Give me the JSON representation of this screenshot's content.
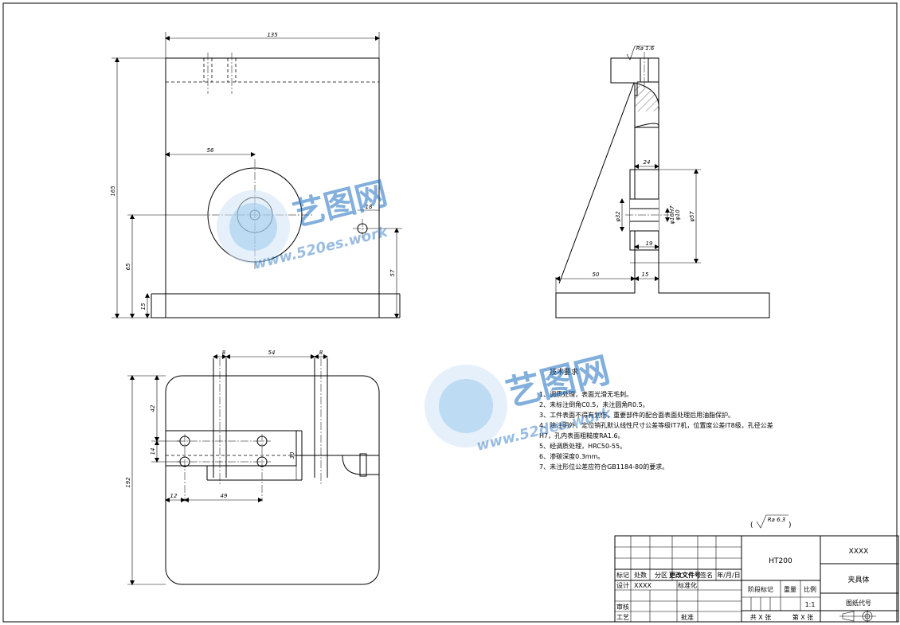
{
  "dimensions": {
    "front_width": "135",
    "front_height": "165",
    "hole_x": "56",
    "hole_d": "18",
    "hole_y": "65",
    "pin_y": "57",
    "base_h": "15",
    "side_top": "24",
    "side_d32": "φ32",
    "side_d1": "φ16H7",
    "side_d2": "φ10",
    "side_d57": "φ57",
    "side_19": "19",
    "side_50": "50",
    "side_15": "15",
    "plan_8a": "8",
    "plan_54": "54",
    "plan_8b": "8",
    "plan_42": "42",
    "plan_14": "14",
    "plan_30": "30",
    "plan_192": "192",
    "plan_12": "12",
    "plan_49": "49"
  },
  "surface_roughness": {
    "top": "Ra 1.6",
    "general": "Ra 6.3"
  },
  "tech_requirements": {
    "title": "技术要求",
    "items": [
      "1、调质处理，表面光滑无毛刺。",
      "2、未标注倒角C0.5，未注圆角R0.5。",
      "3、工件表面不得有划伤，重要部件的配合面表面处理后用油脂保护。",
      "4、除注明外，定位销孔默认线性尺寸公差等级IT7机，位置度公差IT8级，孔径公差",
      "H7，孔内表面粗糙度RA1.6。",
      "5、经调质处理，HRC50-55。",
      "6、渗碳深度0.3mm。",
      "7、未注形位公差应符合GB1184-80的要求。"
    ]
  },
  "watermark": {
    "brand": "艺图网",
    "url1": "www.520es.work",
    "url2": "www.52des.work"
  },
  "title_block": {
    "material": "HT200",
    "company": "XXXX",
    "part_name": "夹具体",
    "drawing_code": "图纸代号",
    "h_mark": "标记",
    "h_count": "处数",
    "h_zone": "分区",
    "h_doc": "更改文件号",
    "h_sign": "签名",
    "h_date": "年/月/日",
    "design": "设计",
    "designer": "XXXX",
    "standard": "标准化",
    "review": "审核",
    "process": "工艺",
    "approve": "批准",
    "stage": "阶段标记",
    "weight": "重量",
    "scale_label": "比例",
    "scale": "1:1",
    "total": "共 X 张",
    "sheet": "第 X 张"
  }
}
